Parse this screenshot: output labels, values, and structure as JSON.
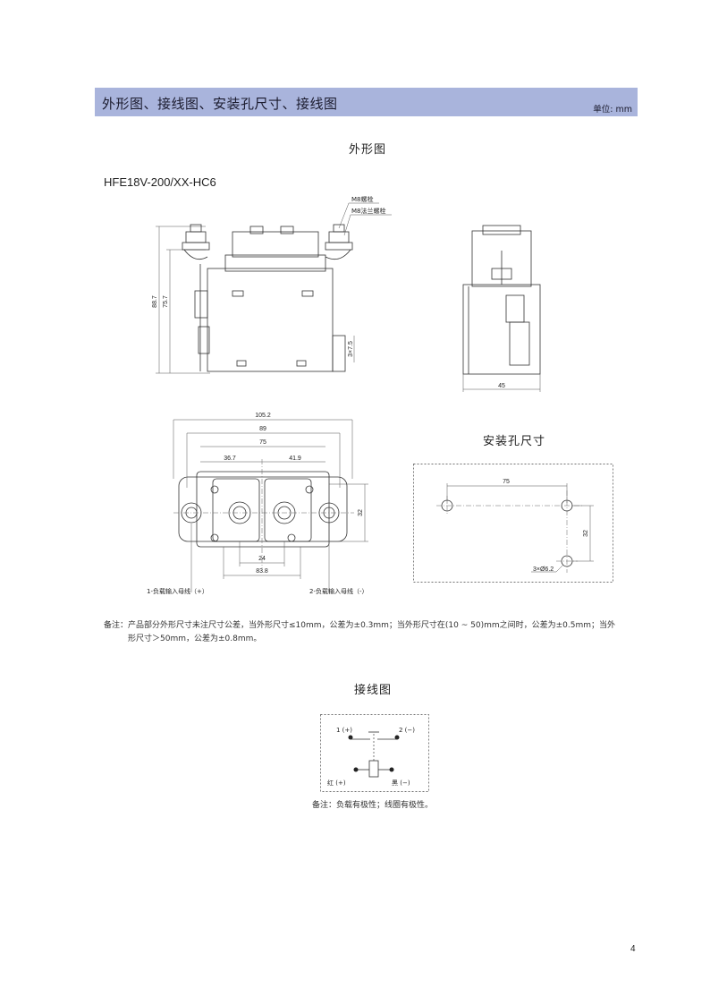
{
  "header": {
    "title": "外形图、接线图、安装孔尺寸、接线图",
    "unit": "单位: mm"
  },
  "sections": {
    "outline_title": "外形图",
    "model": "HFE18V-200/XX-HC6",
    "mounting_title": "安装孔尺寸",
    "wiring_title": "接线图"
  },
  "outline": {
    "bolt_label_1": "M8螺栓",
    "bolt_label_2": "M8法兰螺栓",
    "dim_height_total": "88.7",
    "dim_height_body": "75.7",
    "dim_slot": "3×7.5",
    "dim_side_width": "45",
    "dim_105": "105.2",
    "dim_89": "89",
    "dim_75": "75",
    "dim_36_7": "36.7",
    "dim_41_9": "41.9",
    "dim_32": "32",
    "dim_24": "24",
    "dim_83_8": "83.8",
    "terminal_1": "1-负载输入母线（+）",
    "terminal_2": "2-负载输入母线（-）"
  },
  "mounting": {
    "dim_75": "75",
    "dim_32": "32",
    "holes": "3×Ø6.2"
  },
  "note_tolerance_line1": "备注：产品部分外形尺寸未注尺寸公差，当外形尺寸≤10mm，公差为±0.3mm；当外形尺寸在(10 ~ 50)mm之间时，公差为±0.5mm；当外",
  "note_tolerance_line2": "形尺寸＞50mm，公差为±0.8mm。",
  "wiring": {
    "pin1": "1 (+)",
    "pin2": "2 (−)",
    "red": "红 (+)",
    "black": "黑 (−)",
    "note": "备注：负载有极性；线圈有极性。"
  },
  "page_number": "4"
}
